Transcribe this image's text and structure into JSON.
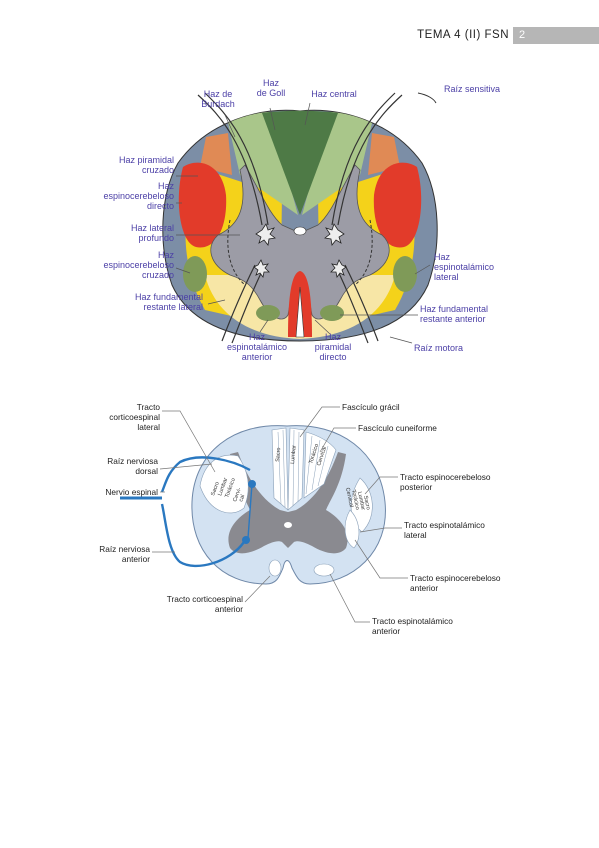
{
  "header": {
    "title": "TEMA 4 (II) FSN",
    "page_number": "2"
  },
  "figure1": {
    "colors": {
      "label": "#4b3fa6",
      "red": "#e23b2a",
      "yellow": "#f4d21a",
      "light_yellow": "#f7e6a6",
      "green_dark": "#4e7a46",
      "green_light": "#a9c68a",
      "green_mid": "#7f9a58",
      "gray_blue": "#7c8ea6",
      "gray_matter": "#9c9ca6",
      "orange": "#e08a55"
    },
    "labels": {
      "haz_burdach": [
        "Haz de",
        "Burdach"
      ],
      "haz_goll": [
        "Haz",
        "de Goll"
      ],
      "haz_central": [
        "Haz central"
      ],
      "raiz_sensitiva": [
        "Raíz sensitiva"
      ],
      "haz_piramidal_cruzado": [
        "Haz piramidal",
        "cruzado"
      ],
      "haz_espinocerebeloso_directo": [
        "Haz",
        "espinocerebeloso",
        "directo"
      ],
      "haz_lateral_profundo": [
        "Haz lateral",
        "profundo"
      ],
      "haz_espinocerebeloso_cruzado": [
        "Haz",
        "espinocerebeloso",
        "cruzado"
      ],
      "haz_fundamental_lateral": [
        "Haz fundamental",
        "restante lateral"
      ],
      "haz_espinotalamico_anterior": [
        "Haz",
        "espinotalámico",
        "anterior"
      ],
      "haz_piramidal_directo": [
        "Haz",
        "piramidal",
        "directo"
      ],
      "haz_espinotalamico_lateral": [
        "Haz",
        "espinotalámico",
        "lateral"
      ],
      "haz_fundamental_anterior": [
        "Haz fundamental",
        "restante anterior"
      ],
      "raiz_motora": [
        "Raíz motora"
      ]
    }
  },
  "figure2": {
    "colors": {
      "white_matter": "#d3e2f2",
      "gray_matter": "#8a8a90",
      "nerve": "#2a78c0",
      "fasc": "#ffffff"
    },
    "labels": {
      "tracto_corticoespinal_lateral": [
        "Tracto",
        "corticoespinal",
        "lateral"
      ],
      "raiz_nerviosa_dorsal": [
        "Raíz nerviosa",
        "dorsal"
      ],
      "nervio_espinal": [
        "Nervio espinal"
      ],
      "raiz_nerviosa_anterior": [
        "Raíz nerviosa",
        "anterior"
      ],
      "tracto_corticoespinal_anterior": [
        "Tracto corticoespinal",
        "anterior"
      ],
      "fasciculo_gracil": [
        "Fascículo grácil"
      ],
      "fasciculo_cuneiforme": [
        "Fascículo cuneiforme"
      ],
      "tracto_espinocerebeloso_posterior": [
        "Tracto espinocerebeloso",
        "posterior"
      ],
      "tracto_espinotalamico_lateral": [
        "Tracto espinotalámico",
        "lateral"
      ],
      "tracto_espinocerebeloso_anterior": [
        "Tracto espinocerebeloso",
        "anterior"
      ],
      "tracto_espinotalamico_anterior": [
        "Tracto espinotalámico",
        "anterior"
      ]
    },
    "segments_left": [
      "Sacro",
      "Lumbar",
      "Torácico",
      "Cervi-",
      "cal"
    ],
    "segments_center": [
      "Sacro",
      "Lumbar",
      "Torácico",
      "Cervical"
    ],
    "segments_right": [
      "Sacro",
      "Lumbar",
      "Torácico",
      "Cervical"
    ]
  }
}
